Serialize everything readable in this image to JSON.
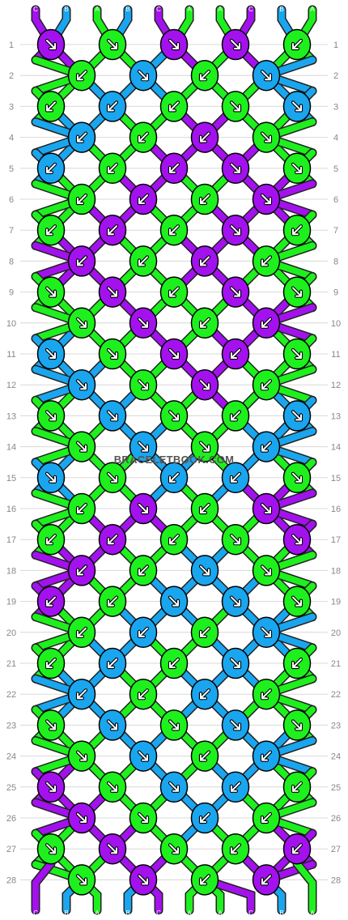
{
  "site": {
    "watermark": "BRACELETBOOK.COM"
  },
  "colors": {
    "A": "#1ef01e",
    "B": "#1aa6ee",
    "C": "#a312ee"
  },
  "strings_top": [
    "C",
    "B",
    "A",
    "B",
    "C",
    "A",
    "A",
    "C",
    "B",
    "A"
  ],
  "strings_bottom": [
    "C",
    "B",
    "A",
    "B",
    "C",
    "A",
    "A",
    "C",
    "B",
    "A"
  ],
  "row_labels": [
    "1",
    "2",
    "3",
    "4",
    "5",
    "6",
    "7",
    "8",
    "9",
    "10",
    "11",
    "12",
    "13",
    "14",
    "15",
    "16",
    "17",
    "18",
    "19",
    "20",
    "21",
    "22",
    "23",
    "24",
    "25",
    "26",
    "27",
    "28"
  ],
  "knots": [
    [
      {
        "c": "C",
        "d": "se"
      },
      {
        "c": "A",
        "d": "se"
      },
      {
        "c": "C",
        "d": "se"
      },
      {
        "c": "C",
        "d": "se"
      },
      {
        "c": "A",
        "d": "sw"
      }
    ],
    [
      {
        "c": "A",
        "d": "sw"
      },
      {
        "c": "B",
        "d": "se"
      },
      {
        "c": "A",
        "d": "sw"
      },
      {
        "c": "B",
        "d": "se"
      }
    ],
    [
      {
        "c": "A",
        "d": "sw"
      },
      {
        "c": "B",
        "d": "sw"
      },
      {
        "c": "A",
        "d": "sw"
      },
      {
        "c": "A",
        "d": "se"
      },
      {
        "c": "B",
        "d": "se"
      }
    ],
    [
      {
        "c": "B",
        "d": "sw"
      },
      {
        "c": "A",
        "d": "sw"
      },
      {
        "c": "C",
        "d": "sw"
      },
      {
        "c": "A",
        "d": "se"
      }
    ],
    [
      {
        "c": "B",
        "d": "sw"
      },
      {
        "c": "A",
        "d": "sw"
      },
      {
        "c": "C",
        "d": "sw"
      },
      {
        "c": "C",
        "d": "se"
      },
      {
        "c": "A",
        "d": "se"
      }
    ],
    [
      {
        "c": "A",
        "d": "sw"
      },
      {
        "c": "C",
        "d": "sw"
      },
      {
        "c": "A",
        "d": "sw"
      },
      {
        "c": "C",
        "d": "se"
      }
    ],
    [
      {
        "c": "A",
        "d": "sw"
      },
      {
        "c": "C",
        "d": "sw"
      },
      {
        "c": "A",
        "d": "sw"
      },
      {
        "c": "C",
        "d": "se"
      },
      {
        "c": "A",
        "d": "sw"
      }
    ],
    [
      {
        "c": "C",
        "d": "sw"
      },
      {
        "c": "A",
        "d": "sw"
      },
      {
        "c": "C",
        "d": "sw"
      },
      {
        "c": "A",
        "d": "sw"
      }
    ],
    [
      {
        "c": "A",
        "d": "se"
      },
      {
        "c": "C",
        "d": "se"
      },
      {
        "c": "A",
        "d": "sw"
      },
      {
        "c": "C",
        "d": "se"
      },
      {
        "c": "A",
        "d": "se"
      }
    ],
    [
      {
        "c": "A",
        "d": "se"
      },
      {
        "c": "C",
        "d": "se"
      },
      {
        "c": "A",
        "d": "sw"
      },
      {
        "c": "C",
        "d": "sw"
      }
    ],
    [
      {
        "c": "B",
        "d": "se"
      },
      {
        "c": "A",
        "d": "se"
      },
      {
        "c": "C",
        "d": "se"
      },
      {
        "c": "C",
        "d": "sw"
      },
      {
        "c": "A",
        "d": "se"
      }
    ],
    [
      {
        "c": "B",
        "d": "se"
      },
      {
        "c": "A",
        "d": "se"
      },
      {
        "c": "C",
        "d": "se"
      },
      {
        "c": "A",
        "d": "sw"
      }
    ],
    [
      {
        "c": "A",
        "d": "se"
      },
      {
        "c": "B",
        "d": "se"
      },
      {
        "c": "A",
        "d": "se"
      },
      {
        "c": "A",
        "d": "sw"
      },
      {
        "c": "B",
        "d": "se"
      }
    ],
    [
      {
        "c": "A",
        "d": "se"
      },
      {
        "c": "B",
        "d": "se"
      },
      {
        "c": "A",
        "d": "se"
      },
      {
        "c": "B",
        "d": "sw"
      }
    ],
    [
      {
        "c": "B",
        "d": "se"
      },
      {
        "c": "A",
        "d": "se"
      },
      {
        "c": "B",
        "d": "sw"
      },
      {
        "c": "B",
        "d": "sw"
      },
      {
        "c": "A",
        "d": "se"
      }
    ],
    [
      {
        "c": "A",
        "d": "sw"
      },
      {
        "c": "C",
        "d": "se"
      },
      {
        "c": "A",
        "d": "sw"
      },
      {
        "c": "C",
        "d": "se"
      }
    ],
    [
      {
        "c": "A",
        "d": "sw"
      },
      {
        "c": "C",
        "d": "sw"
      },
      {
        "c": "A",
        "d": "sw"
      },
      {
        "c": "A",
        "d": "se"
      },
      {
        "c": "C",
        "d": "se"
      }
    ],
    [
      {
        "c": "C",
        "d": "sw"
      },
      {
        "c": "A",
        "d": "sw"
      },
      {
        "c": "B",
        "d": "se"
      },
      {
        "c": "A",
        "d": "se"
      }
    ],
    [
      {
        "c": "C",
        "d": "sw"
      },
      {
        "c": "A",
        "d": "sw"
      },
      {
        "c": "B",
        "d": "se"
      },
      {
        "c": "B",
        "d": "se"
      },
      {
        "c": "A",
        "d": "se"
      }
    ],
    [
      {
        "c": "A",
        "d": "sw"
      },
      {
        "c": "B",
        "d": "sw"
      },
      {
        "c": "A",
        "d": "sw"
      },
      {
        "c": "B",
        "d": "se"
      }
    ],
    [
      {
        "c": "A",
        "d": "sw"
      },
      {
        "c": "B",
        "d": "sw"
      },
      {
        "c": "A",
        "d": "sw"
      },
      {
        "c": "B",
        "d": "se"
      },
      {
        "c": "A",
        "d": "sw"
      }
    ],
    [
      {
        "c": "B",
        "d": "sw"
      },
      {
        "c": "A",
        "d": "sw"
      },
      {
        "c": "B",
        "d": "sw"
      },
      {
        "c": "A",
        "d": "sw"
      }
    ],
    [
      {
        "c": "A",
        "d": "se"
      },
      {
        "c": "B",
        "d": "se"
      },
      {
        "c": "A",
        "d": "se"
      },
      {
        "c": "B",
        "d": "se"
      },
      {
        "c": "A",
        "d": "se"
      }
    ],
    [
      {
        "c": "A",
        "d": "se"
      },
      {
        "c": "B",
        "d": "se"
      },
      {
        "c": "A",
        "d": "sw"
      },
      {
        "c": "B",
        "d": "sw"
      }
    ],
    [
      {
        "c": "C",
        "d": "se"
      },
      {
        "c": "A",
        "d": "se"
      },
      {
        "c": "B",
        "d": "se"
      },
      {
        "c": "B",
        "d": "sw"
      },
      {
        "c": "A",
        "d": "sw"
      }
    ],
    [
      {
        "c": "C",
        "d": "se"
      },
      {
        "c": "A",
        "d": "se"
      },
      {
        "c": "B",
        "d": "sw"
      },
      {
        "c": "A",
        "d": "sw"
      }
    ],
    [
      {
        "c": "A",
        "d": "se"
      },
      {
        "c": "C",
        "d": "se"
      },
      {
        "c": "A",
        "d": "se"
      },
      {
        "c": "A",
        "d": "sw"
      },
      {
        "c": "C",
        "d": "sw"
      }
    ],
    [
      {
        "c": "A",
        "d": "se"
      },
      {
        "c": "C",
        "d": "se"
      },
      {
        "c": "A",
        "d": "sw"
      },
      {
        "c": "C",
        "d": "sw"
      }
    ]
  ]
}
